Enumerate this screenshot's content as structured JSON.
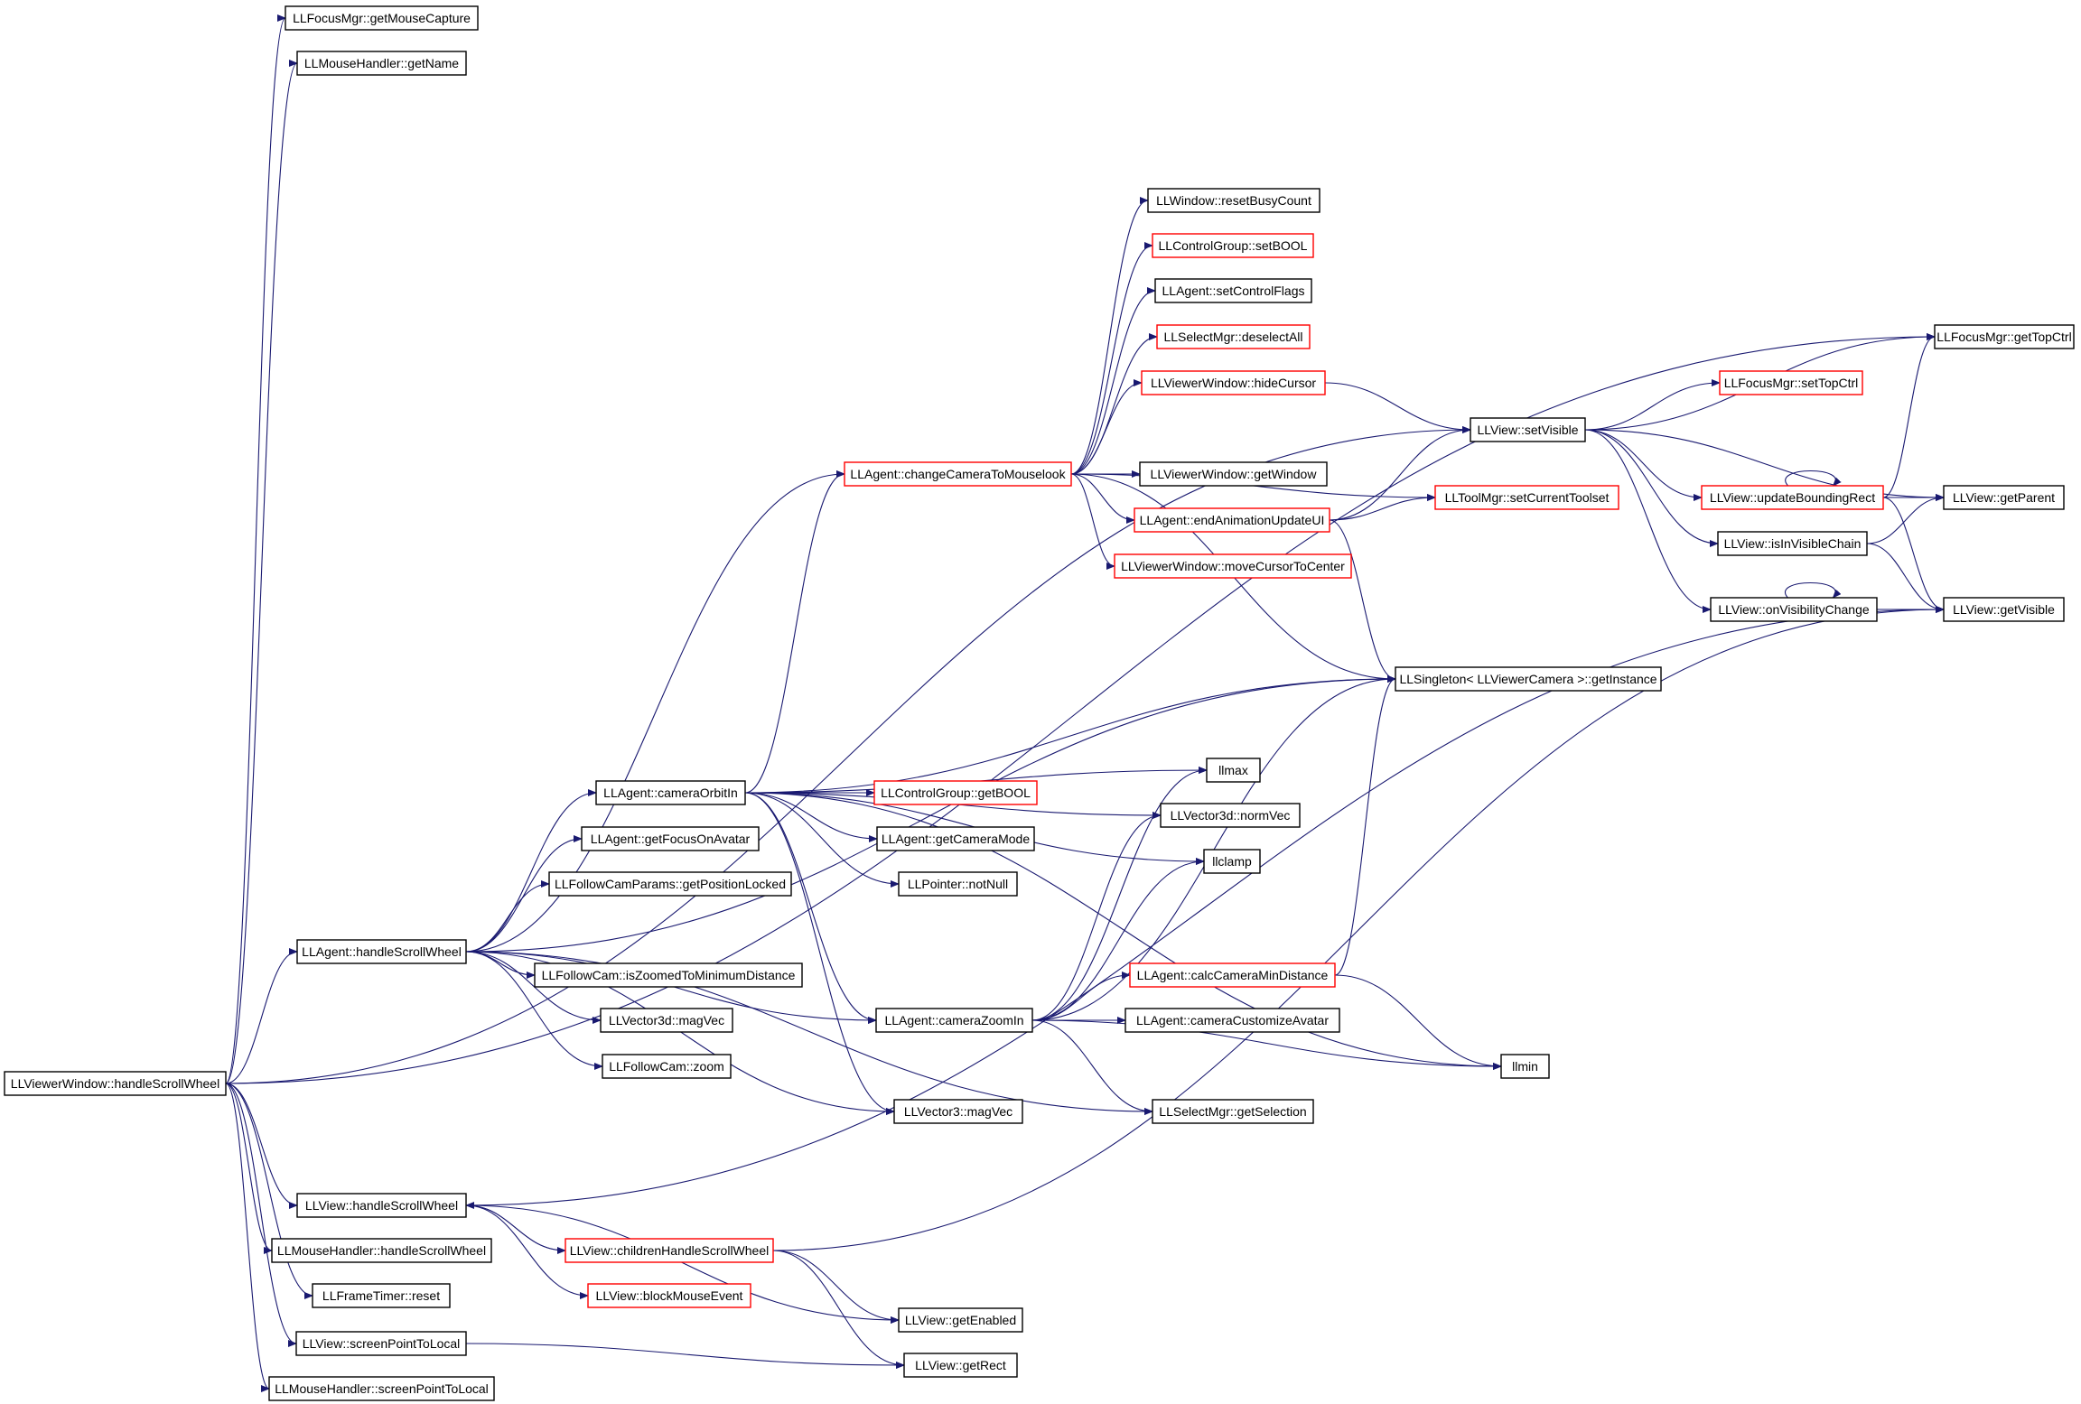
{
  "colors": {
    "edge": "#191970",
    "box_normal": "#000000",
    "box_truncated": "#ff0000",
    "root_fill": "#bfbfbf"
  },
  "nodes": [
    {
      "id": "root",
      "label": "LLViewerWindow::handleScrollWheel",
      "style": "root"
    },
    {
      "id": "getMouseCapture",
      "label": "LLFocusMgr::getMouseCapture",
      "style": "normal"
    },
    {
      "id": "getName",
      "label": "LLMouseHandler::getName",
      "style": "normal"
    },
    {
      "id": "getTopCtrl",
      "label": "LLFocusMgr::getTopCtrl",
      "style": "normal"
    },
    {
      "id": "resetBusyCount",
      "label": "LLWindow::resetBusyCount",
      "style": "normal"
    },
    {
      "id": "setBOOL",
      "label": "LLControlGroup::setBOOL",
      "style": "truncated"
    },
    {
      "id": "setControlFlags",
      "label": "LLAgent::setControlFlags",
      "style": "normal"
    },
    {
      "id": "deselectAll",
      "label": "LLSelectMgr::deselectAll",
      "style": "truncated"
    },
    {
      "id": "hideCursor",
      "label": "LLViewerWindow::hideCursor",
      "style": "truncated"
    },
    {
      "id": "setTopCtrl",
      "label": "LLFocusMgr::setTopCtrl",
      "style": "truncated"
    },
    {
      "id": "setVisible",
      "label": "LLView::setVisible",
      "style": "normal"
    },
    {
      "id": "changeCam",
      "label": "LLAgent::changeCameraToMouselook",
      "style": "truncated"
    },
    {
      "id": "getWindow",
      "label": "LLViewerWindow::getWindow",
      "style": "normal"
    },
    {
      "id": "setCurrentToolset",
      "label": "LLToolMgr::setCurrentToolset",
      "style": "truncated"
    },
    {
      "id": "endAnim",
      "label": "LLAgent::endAnimationUpdateUI",
      "style": "truncated"
    },
    {
      "id": "updateBounding",
      "label": "LLView::updateBoundingRect",
      "style": "truncated"
    },
    {
      "id": "getParent",
      "label": "LLView::getParent",
      "style": "normal"
    },
    {
      "id": "moveCursor",
      "label": "LLViewerWindow::moveCursorToCenter",
      "style": "truncated"
    },
    {
      "id": "isInVisibleChain",
      "label": "LLView::isInVisibleChain",
      "style": "normal"
    },
    {
      "id": "onVisibilityChange",
      "label": "LLView::onVisibilityChange",
      "style": "normal"
    },
    {
      "id": "getVisible",
      "label": "LLView::getVisible",
      "style": "normal"
    },
    {
      "id": "getInstance",
      "label": "LLSingleton< LLViewerCamera >::getInstance",
      "style": "normal"
    },
    {
      "id": "llmax",
      "label": "llmax",
      "style": "normal"
    },
    {
      "id": "cameraOrbitIn",
      "label": "LLAgent::cameraOrbitIn",
      "style": "normal"
    },
    {
      "id": "getBOOL",
      "label": "LLControlGroup::getBOOL",
      "style": "truncated"
    },
    {
      "id": "normVec",
      "label": "LLVector3d::normVec",
      "style": "normal"
    },
    {
      "id": "getFocusOnAvatar",
      "label": "LLAgent::getFocusOnAvatar",
      "style": "normal"
    },
    {
      "id": "getCameraMode",
      "label": "LLAgent::getCameraMode",
      "style": "normal"
    },
    {
      "id": "llclamp",
      "label": "llclamp",
      "style": "normal"
    },
    {
      "id": "getPositionLocked",
      "label": "LLFollowCamParams::getPositionLocked",
      "style": "normal"
    },
    {
      "id": "notNull",
      "label": "LLPointer::notNull",
      "style": "normal"
    },
    {
      "id": "agentHandleScroll",
      "label": "LLAgent::handleScrollWheel",
      "style": "normal"
    },
    {
      "id": "isZoomedToMin",
      "label": "LLFollowCam::isZoomedToMinimumDistance",
      "style": "normal"
    },
    {
      "id": "calcCamMin",
      "label": "LLAgent::calcCameraMinDistance",
      "style": "truncated"
    },
    {
      "id": "magVecD",
      "label": "LLVector3d::magVec",
      "style": "normal"
    },
    {
      "id": "cameraZoomIn",
      "label": "LLAgent::cameraZoomIn",
      "style": "normal"
    },
    {
      "id": "cameraCustomize",
      "label": "LLAgent::cameraCustomizeAvatar",
      "style": "normal"
    },
    {
      "id": "followZoom",
      "label": "LLFollowCam::zoom",
      "style": "normal"
    },
    {
      "id": "llmin",
      "label": "llmin",
      "style": "normal"
    },
    {
      "id": "magVec3",
      "label": "LLVector3::magVec",
      "style": "normal"
    },
    {
      "id": "getSelection",
      "label": "LLSelectMgr::getSelection",
      "style": "normal"
    },
    {
      "id": "viewHandleScroll",
      "label": "LLView::handleScrollWheel",
      "style": "normal"
    },
    {
      "id": "mouseHandleScroll",
      "label": "LLMouseHandler::handleScrollWheel",
      "style": "normal"
    },
    {
      "id": "childrenHandle",
      "label": "LLView::childrenHandleScrollWheel",
      "style": "truncated"
    },
    {
      "id": "frameReset",
      "label": "LLFrameTimer::reset",
      "style": "normal"
    },
    {
      "id": "blockMouse",
      "label": "LLView::blockMouseEvent",
      "style": "truncated"
    },
    {
      "id": "getEnabled",
      "label": "LLView::getEnabled",
      "style": "normal"
    },
    {
      "id": "viewScreenPoint",
      "label": "LLView::screenPointToLocal",
      "style": "normal"
    },
    {
      "id": "getRect",
      "label": "LLView::getRect",
      "style": "normal"
    },
    {
      "id": "mouseScreenPoint",
      "label": "LLMouseHandler::screenPointToLocal",
      "style": "normal"
    }
  ],
  "edges": [
    [
      "root",
      "getMouseCapture"
    ],
    [
      "root",
      "getName"
    ],
    [
      "root",
      "getTopCtrl"
    ],
    [
      "root",
      "setVisible"
    ],
    [
      "root",
      "agentHandleScroll"
    ],
    [
      "root",
      "viewHandleScroll"
    ],
    [
      "root",
      "mouseHandleScroll"
    ],
    [
      "root",
      "frameReset"
    ],
    [
      "root",
      "viewScreenPoint"
    ],
    [
      "root",
      "mouseScreenPoint"
    ],
    [
      "agentHandleScroll",
      "changeCam"
    ],
    [
      "agentHandleScroll",
      "getInstance"
    ],
    [
      "agentHandleScroll",
      "cameraOrbitIn"
    ],
    [
      "agentHandleScroll",
      "getFocusOnAvatar"
    ],
    [
      "agentHandleScroll",
      "getPositionLocked"
    ],
    [
      "agentHandleScroll",
      "isZoomedToMin"
    ],
    [
      "agentHandleScroll",
      "magVecD"
    ],
    [
      "agentHandleScroll",
      "followZoom"
    ],
    [
      "agentHandleScroll",
      "magVec3"
    ],
    [
      "agentHandleScroll",
      "cameraZoomIn"
    ],
    [
      "agentHandleScroll",
      "getSelection"
    ],
    [
      "cameraOrbitIn",
      "changeCam"
    ],
    [
      "cameraOrbitIn",
      "getInstance"
    ],
    [
      "cameraOrbitIn",
      "llmax"
    ],
    [
      "cameraOrbitIn",
      "getBOOL"
    ],
    [
      "cameraOrbitIn",
      "getCameraMode"
    ],
    [
      "cameraOrbitIn",
      "notNull"
    ],
    [
      "cameraOrbitIn",
      "normVec"
    ],
    [
      "cameraOrbitIn",
      "llclamp"
    ],
    [
      "cameraOrbitIn",
      "cameraZoomIn"
    ],
    [
      "cameraOrbitIn",
      "magVec3"
    ],
    [
      "cameraOrbitIn",
      "llmin"
    ],
    [
      "cameraZoomIn",
      "getInstance"
    ],
    [
      "cameraZoomIn",
      "llmax"
    ],
    [
      "cameraZoomIn",
      "normVec"
    ],
    [
      "cameraZoomIn",
      "llclamp"
    ],
    [
      "cameraZoomIn",
      "calcCamMin"
    ],
    [
      "cameraZoomIn",
      "cameraCustomize"
    ],
    [
      "cameraZoomIn",
      "llmin"
    ],
    [
      "cameraZoomIn",
      "getSelection"
    ],
    [
      "calcCamMin",
      "getInstance"
    ],
    [
      "calcCamMin",
      "llmin"
    ],
    [
      "changeCam",
      "resetBusyCount"
    ],
    [
      "changeCam",
      "setBOOL"
    ],
    [
      "changeCam",
      "setControlFlags"
    ],
    [
      "changeCam",
      "deselectAll"
    ],
    [
      "changeCam",
      "hideCursor"
    ],
    [
      "changeCam",
      "getWindow"
    ],
    [
      "changeCam",
      "setCurrentToolset"
    ],
    [
      "changeCam",
      "endAnim"
    ],
    [
      "changeCam",
      "moveCursor"
    ],
    [
      "changeCam",
      "getInstance"
    ],
    [
      "hideCursor",
      "setVisible"
    ],
    [
      "endAnim",
      "setVisible"
    ],
    [
      "endAnim",
      "setCurrentToolset"
    ],
    [
      "endAnim",
      "getInstance"
    ],
    [
      "setVisible",
      "getTopCtrl"
    ],
    [
      "setVisible",
      "setTopCtrl"
    ],
    [
      "setVisible",
      "getParent"
    ],
    [
      "setVisible",
      "updateBounding"
    ],
    [
      "setVisible",
      "isInVisibleChain"
    ],
    [
      "setVisible",
      "onVisibilityChange"
    ],
    [
      "updateBounding",
      "getTopCtrl"
    ],
    [
      "updateBounding",
      "getParent"
    ],
    [
      "updateBounding",
      "getVisible"
    ],
    [
      "updateBounding",
      "updateBounding"
    ],
    [
      "isInVisibleChain",
      "getParent"
    ],
    [
      "isInVisibleChain",
      "getVisible"
    ],
    [
      "onVisibilityChange",
      "getVisible"
    ],
    [
      "onVisibilityChange",
      "onVisibilityChange"
    ],
    [
      "viewHandleScroll",
      "childrenHandle"
    ],
    [
      "viewHandleScroll",
      "blockMouse"
    ],
    [
      "viewHandleScroll",
      "getVisible"
    ],
    [
      "viewHandleScroll",
      "getEnabled"
    ],
    [
      "childrenHandle",
      "viewHandleScroll"
    ],
    [
      "childrenHandle",
      "getEnabled"
    ],
    [
      "childrenHandle",
      "getRect"
    ],
    [
      "childrenHandle",
      "getVisible"
    ],
    [
      "viewScreenPoint",
      "getRect"
    ]
  ]
}
